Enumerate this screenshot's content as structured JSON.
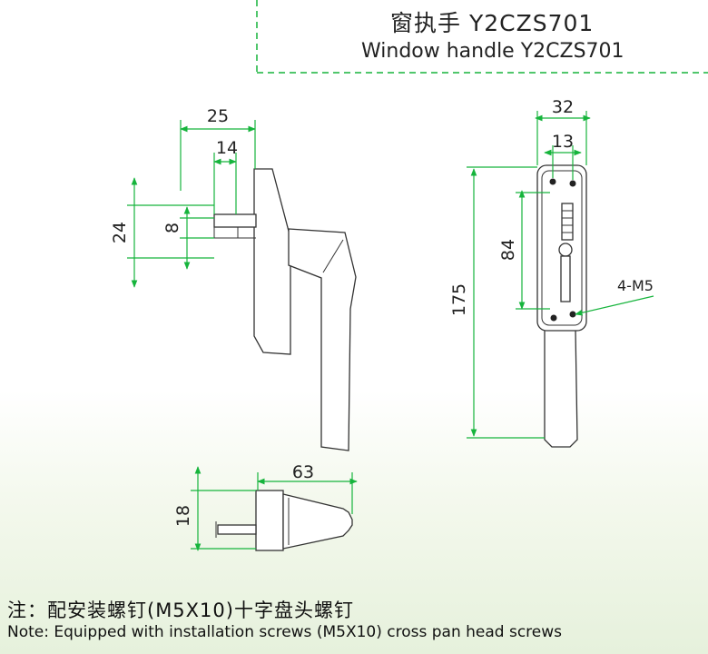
{
  "title": {
    "zh": "窗执手 Y2CZS701",
    "en": "Window handle Y2CZS701"
  },
  "dimensions": {
    "side_width": "25",
    "side_spindle": "14",
    "side_height": "24",
    "side_spindle_height": "8",
    "front_width": "32",
    "front_inner_width": "13",
    "front_hole_spacing": "84",
    "front_total_height": "175",
    "screws": "4-M5",
    "bottom_length": "63",
    "bottom_height": "18"
  },
  "note": {
    "zh": "注：配安装螺钉(M5X10)十字盘头螺钉",
    "en": "Note: Equipped with installation screws (M5X10) cross pan head screws"
  },
  "colors": {
    "dimension": "#16b43c",
    "outline": "#333333"
  }
}
